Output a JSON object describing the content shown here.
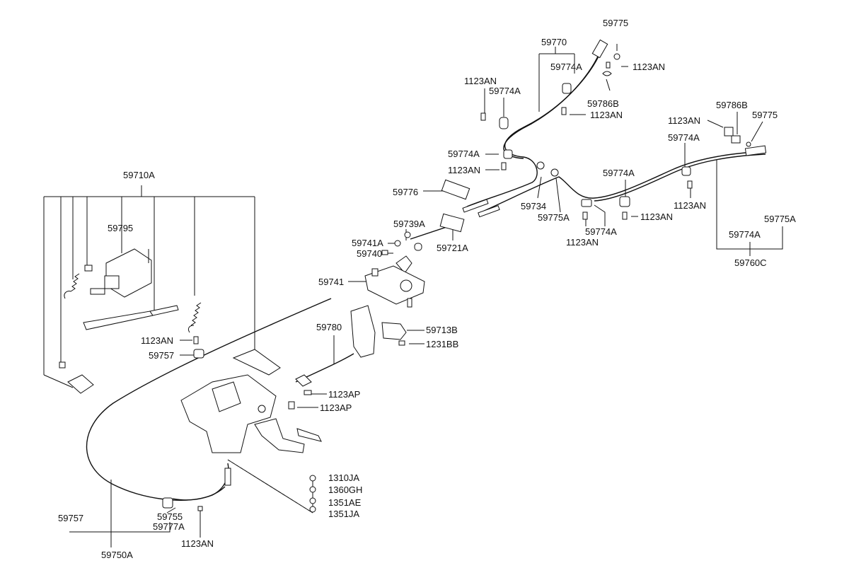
{
  "labels": {
    "l59775_top": "59775",
    "l59770": "59770",
    "l59774A_a": "59774A",
    "l1123AN_a": "1123AN",
    "l1123AN_b": "1123AN",
    "l59774A_b": "59774A",
    "l59786B_a": "59786B",
    "l1123AN_c": "1123AN",
    "l1123AN_d": "1123AN",
    "l59786B_b": "59786B",
    "l59775_r": "59775",
    "l59774A_c": "59774A",
    "l59774A_d": "59774A",
    "l1123AN_e": "1123AN",
    "l59774A_e": "59774A",
    "l59776": "59776",
    "l59734": "59734",
    "l59775A_a": "59775A",
    "l1123AN_f": "1123AN",
    "l59774A_f": "59774A",
    "l1123AN_g": "1123AN",
    "l1123AN_h": "1123AN",
    "l59774A_g": "59774A",
    "l59775A_b": "59775A",
    "l59760C": "59760C",
    "l59710A": "59710A",
    "l59795": "59795",
    "l59739A": "59739A",
    "l59741A": "59741A",
    "l59740": "59740",
    "l59721A": "59721A",
    "l59741": "59741",
    "l59780": "59780",
    "l59713B": "59713B",
    "l1231BB": "1231BB",
    "l1123AN_i": "1123AN",
    "l59757_a": "59757",
    "l1123AP_a": "1123AP",
    "l1123AP_b": "1123AP",
    "l1310JA": "1310JA",
    "l1360GH": "1360GH",
    "l1351AE": "1351AE",
    "l1351JA": "1351JA",
    "l59757_b": "59757",
    "l59755": "59755",
    "l59777A": "59777A",
    "l1123AN_j": "1123AN",
    "l59750A": "59750A"
  }
}
